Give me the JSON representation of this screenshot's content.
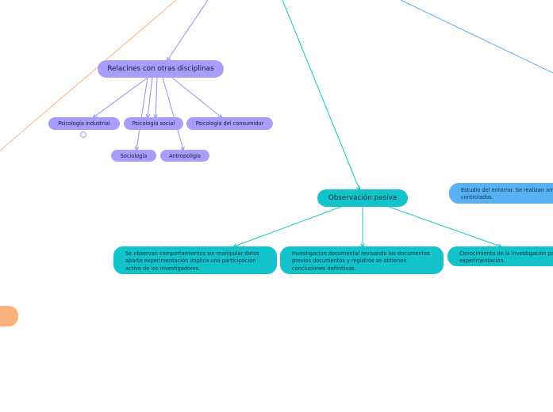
{
  "colors": {
    "purple": "#a89dfb",
    "purple_line": "#9a8df0",
    "teal": "#12c3cc",
    "blue": "#58b1f5",
    "orange": "#fcb27c"
  },
  "nodes": {
    "relaciones": "Relacines con otras disciplinas",
    "psicologia_industrial": "Psicología industrial",
    "psicologia_social": "Psicología social",
    "psicologia_consumidor": "Psicología del consumidor",
    "sociologia": "Sociología",
    "antropologia": "Antropoligía",
    "observacion_pasiva": "Observación pasiva",
    "estudio_entorno": "Estudio del entorno: Se realizan am controlados.",
    "comportamientos": "Se observan comportamientos sin manipular datos aparte experimentación implica una participación activa de los investigadores.",
    "investigacion_documental": "Investigacion documental revisando los documentos previos documentos y registros se obtienen conclusiones definitivas.",
    "conocimiento": "Conocimiento de la investigación pa experimentación."
  },
  "icons": {
    "collapse": "collapse-circle-icon"
  }
}
